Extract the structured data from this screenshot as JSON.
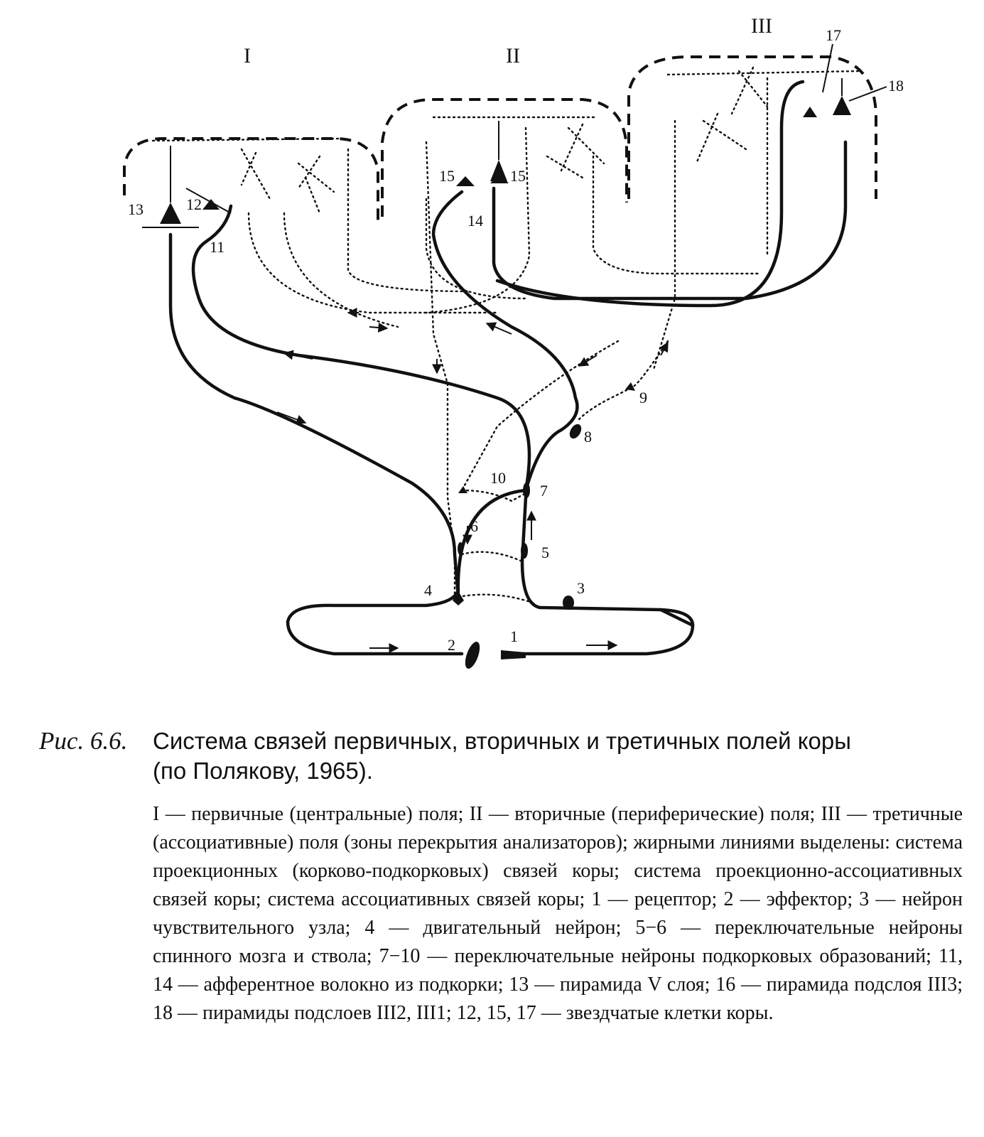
{
  "figure": {
    "field_labels": [
      "I",
      "II",
      "III"
    ],
    "node_labels": [
      "1",
      "2",
      "3",
      "4",
      "5",
      "6",
      "7",
      "8",
      "9",
      "10",
      "11",
      "12",
      "13",
      "14",
      "15",
      "15",
      "17",
      "18"
    ]
  },
  "caption": {
    "ref": "Рис. 6.6.",
    "title_line1": "Система связей первичных, вторичных и третичных полей коры",
    "title_line2": "(по Полякову, 1965).",
    "legend": "I — первичные (центральные) поля; II — вторичные (периферические) поля; III — третичные (ассоциативные) поля (зоны перекрытия анализаторов); жирными линиями выделены: система проекционных (корково-подкорковых) связей коры; система проекционно-ассоциативных связей коры; система ассоциативных связей коры; 1 — рецептор; 2 — эффектор; 3 — нейрон чувствительного узла; 4 — двигательный нейрон; 5−6 — переключательные нейроны спинного мозга и ствола; 7−10 — переключательные нейроны подкорковых образований; 11, 14 — афферентное волокно из подкорки; 13 — пирамида V слоя; 16 — пирамида подслоя III3; 18 — пирамиды подслоев III2, III1; 12, 15, 17 — звездчатые клетки коры."
  }
}
